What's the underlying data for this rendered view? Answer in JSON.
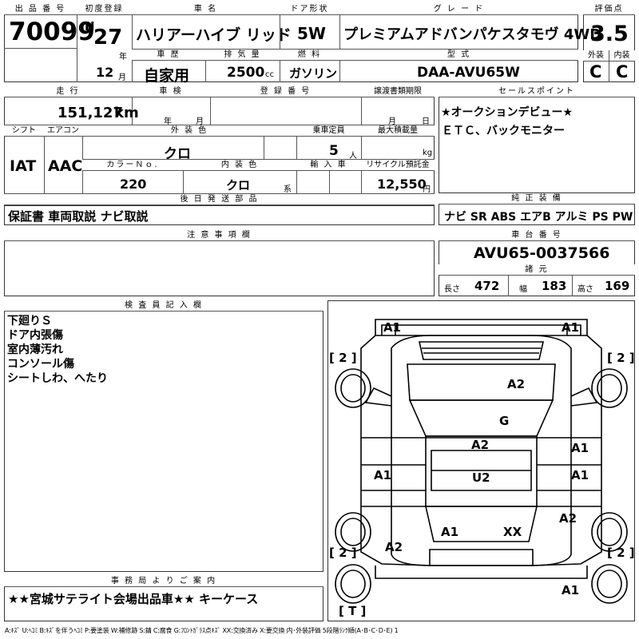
{
  "header": {
    "lot_no_label": "出 品 番 号",
    "lot_no": "70099",
    "first_reg_label": "初度登録",
    "era": "H",
    "year": "27",
    "year_unit": "年",
    "month": "12",
    "month_unit": "月",
    "car_name_label": "車 名",
    "car_name": "ハリアーハイブ リッド",
    "history_label": "車 歴",
    "history": "自家用",
    "displacement_label": "排 気 量",
    "displacement": "2500",
    "displacement_unit": "cc",
    "door_label": "ドア形状",
    "door": "5W",
    "fuel_label": "燃 料",
    "fuel": "ガソリン",
    "grade_label": "グ レ ー ド",
    "grade": "プレミアムアドバンパケスタモヴ 4WD",
    "model_label": "型 式",
    "model": "DAA-AVU65W",
    "score_label": "評価点",
    "score": "3.5",
    "exterior_label": "外装",
    "exterior": "C",
    "interior_label": "内装",
    "interior": "C"
  },
  "row2": {
    "mileage_label": "走 行",
    "mileage": "151,127",
    "mileage_unit": "km",
    "inspection_label": "車 検",
    "insp_year_unit": "年",
    "insp_month_unit": "月",
    "reg_no_label": "登 録 番 号",
    "transfer_label": "譲渡書類期限",
    "transfer_month_unit": "月",
    "transfer_day_unit": "日",
    "selling_label": "セールスポイント",
    "selling_1": "★オークションデビュー★",
    "selling_2": "ＥＴＣ、バックモニター"
  },
  "row3": {
    "shift_label": "シフト",
    "shift": "IAT",
    "ac_label": "エアコン",
    "ac": "AAC",
    "ext_color_label": "外 装 色",
    "ext_color": "クロ",
    "capacity_label": "乗車定員",
    "capacity": "5",
    "capacity_unit": "人",
    "maxload_label": "最大積載量",
    "maxload_unit": "kg",
    "color_no_label": "カラーＮｏ.",
    "color_no": "220",
    "int_color_label": "内 装 色",
    "int_color": "クロ",
    "int_color_unit": "系",
    "import_label": "輸 入 車",
    "recycle_label": "リサイクル預託金",
    "recycle": "12,550",
    "recycle_unit": "円"
  },
  "parts": {
    "label": "後 日 発 送 部 品",
    "value": "保証書 車両取説 ナビ取説"
  },
  "equipment": {
    "label": "純 正 装 備",
    "value": "ナビ  SR  ABS  エアB  アルミ  PS  PW"
  },
  "notes": {
    "label": "注 意 事 項 欄"
  },
  "chassis": {
    "label": "車 台 番 号",
    "value": "AVU65-0037566",
    "spec_label": "諸 元",
    "length_label": "長さ",
    "length": "472",
    "width_label": "幅",
    "width": "183",
    "height_label": "高さ",
    "height": "169"
  },
  "inspector": {
    "label": "検 査 員 記 入 欄",
    "lines": [
      "下廻りＳ",
      "ドア内張傷",
      "室内薄汚れ",
      "コンソール傷",
      "シートしわ、へたり"
    ]
  },
  "office": {
    "label": "事 務 局 よ り ご 案 内",
    "value": "★★宮城サテライト会場出品車★★  キーケース"
  },
  "diagram": {
    "tires": [
      "[ 2 ]",
      "[ 2 ]",
      "[ 2 ]",
      "[ 2 ]",
      "[ T ]"
    ],
    "marks": [
      {
        "id": "front-left-corner",
        "text": "A1"
      },
      {
        "id": "front-right-corner",
        "text": "A1"
      },
      {
        "id": "bonnet",
        "text": "A2"
      },
      {
        "id": "windshield",
        "text": "G"
      },
      {
        "id": "roof-front",
        "text": "A2"
      },
      {
        "id": "roof",
        "text": "U2"
      },
      {
        "id": "front-door-right",
        "text": "A1"
      },
      {
        "id": "rear-door-left",
        "text": "A1"
      },
      {
        "id": "rear-door-right",
        "text": "A1"
      },
      {
        "id": "rear-fender-right",
        "text": "A2"
      },
      {
        "id": "rear-left-roof",
        "text": "A1"
      },
      {
        "id": "rear-glass",
        "text": "XX"
      },
      {
        "id": "rear-fender-left",
        "text": "A2"
      },
      {
        "id": "rear-bumper-right",
        "text": "A1"
      }
    ]
  },
  "legend": "A:ｷｽﾞ U:ﾍｺﾐ B:ｷｽﾞを伴うﾍｺﾐ P:要塗装 W:補修跡 S:錆 C:腐食 G:ﾌﾛﾝﾄｶﾞﾗｽ点ｷｽﾞ XX:交換済み X:要交換  内･外装評価 5段階ﾗﾝｸ順(A･B･C･D･E) 1"
}
